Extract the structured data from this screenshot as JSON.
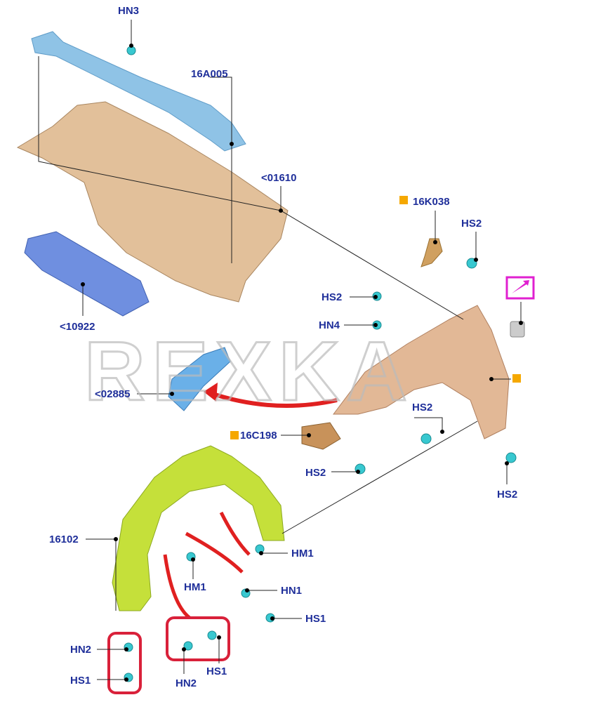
{
  "diagram": {
    "watermark": "REXKA",
    "labels": {
      "hn3": "HN3",
      "p16a005": "16A005",
      "p01610": "<01610",
      "p16k038": "16K038",
      "hs2_a": "HS2",
      "p10922": "<10922",
      "hs2_b": "HS2",
      "hn4": "HN4",
      "p02885": "<02885",
      "hs2_c": "HS2",
      "p16c198": "16C198",
      "hs2_d": "HS2",
      "hs2_e": "HS2",
      "p16102": "16102",
      "hm1_a": "HM1",
      "hm1_b": "HM1",
      "hn1": "HN1",
      "hs1_a": "HS1",
      "hn2_a": "HN2",
      "hs1_b": "HS1",
      "hn2_b": "HN2",
      "hs1_c": "HS1"
    },
    "colors": {
      "label": "#1f2f9a",
      "fender": "#e2b896",
      "crossmember": "#8fc3e6",
      "liner": "#c5e03a",
      "clip": "#38c8d0",
      "marker": "#f5a800",
      "highlight": "#d9213a",
      "link_icon": "#e020d0"
    }
  }
}
